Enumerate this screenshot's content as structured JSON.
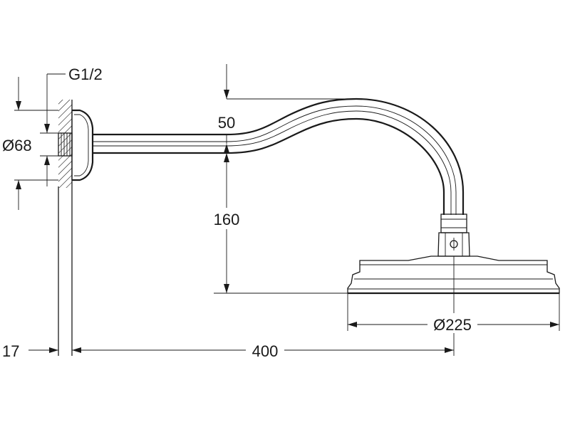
{
  "dimensions": {
    "thread": "G1/2",
    "flange_diameter": "Ø68",
    "arm_drop": "50",
    "head_drop": "160",
    "head_diameter": "Ø225",
    "wall_offset": "17",
    "projection": "400"
  }
}
